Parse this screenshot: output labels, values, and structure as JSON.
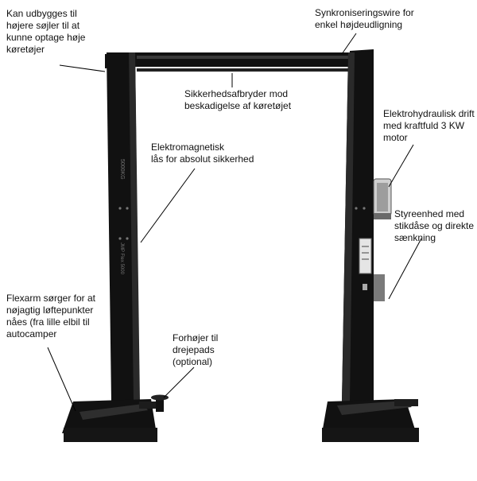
{
  "colors": {
    "lift_body": "#111111",
    "lift_highlight": "#3a3a3a",
    "leader_line": "#000000",
    "background": "#ffffff"
  },
  "post_markings": {
    "left_capacity": "5000KG",
    "left_model": "JMP Flex 5000"
  },
  "callouts": [
    {
      "id": "extension",
      "text": "Kan udbygges til\nhøjere søjler til at\nkunne optage høje\nkøretøjer"
    },
    {
      "id": "sync-wire",
      "text": "Synkroniseringswire for\nenkel højdeudligning"
    },
    {
      "id": "safety-switch",
      "text": "Sikkerhedsafbryder mod\nbeskadigelse af køretøjet"
    },
    {
      "id": "electro-hydraulic",
      "text": "Elektrohydraulisk drift\nmed kraftfuld 3 KW\nmotor"
    },
    {
      "id": "electromagnetic-lock",
      "text": "Elektromagnetisk\nlås for absolut sikkerhed"
    },
    {
      "id": "control-unit",
      "text": "Styreenhed med\nstikdåse og direkte\nsænkning"
    },
    {
      "id": "flexarm",
      "text": "Flexarm sørger for at\nnøjagtig løftepunkter\nnåes (fra lille elbil til\nautocamper"
    },
    {
      "id": "riser",
      "text": "Forhøjer til\ndrejepads\n(optional)"
    }
  ]
}
